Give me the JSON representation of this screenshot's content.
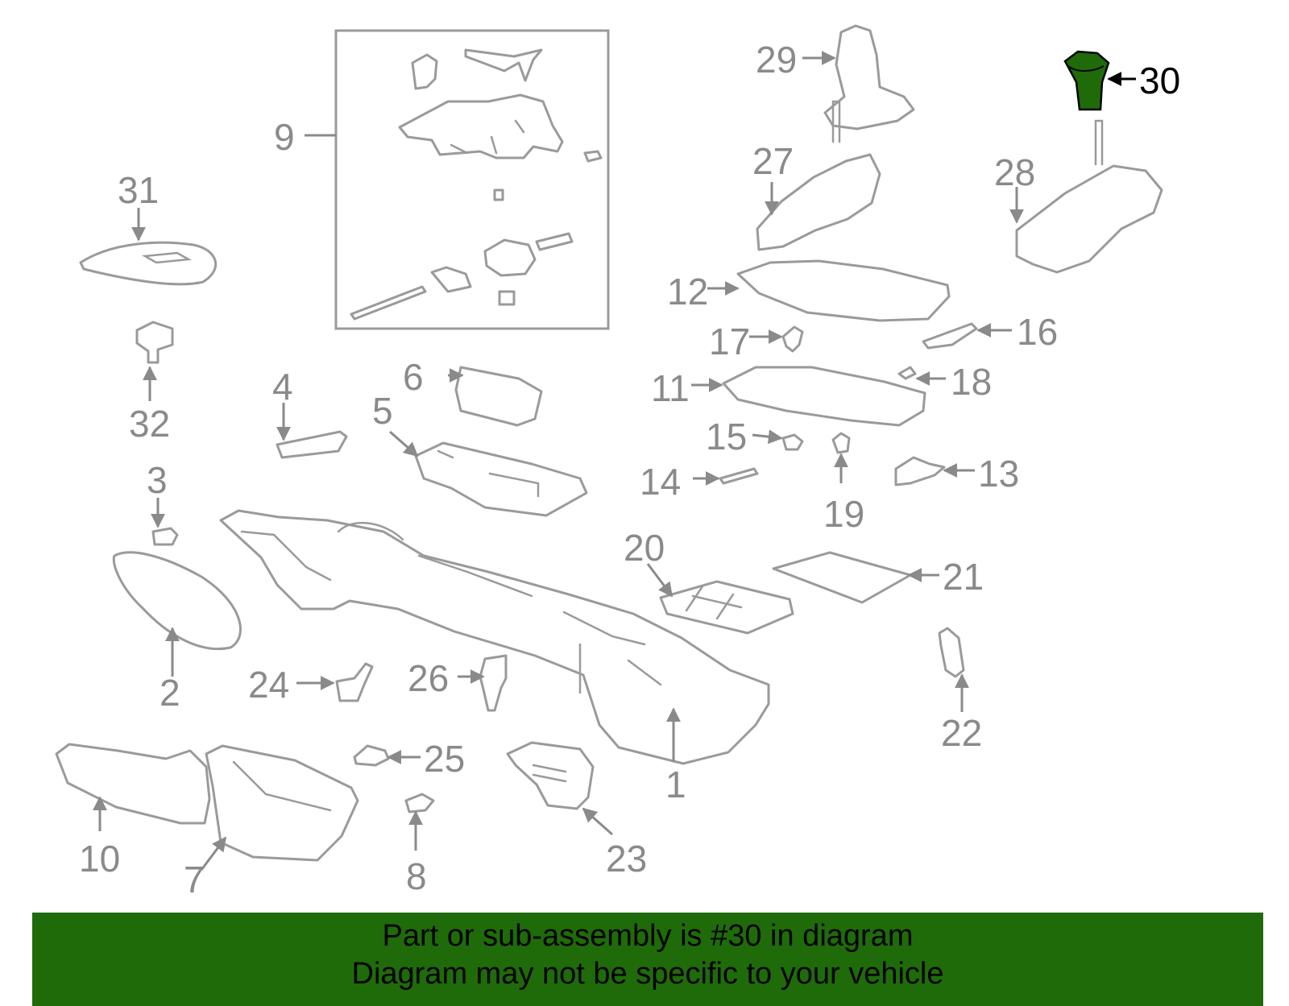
{
  "diagram": {
    "highlight_color": "#1f6b0a",
    "label_color": "#8a8a8a",
    "highlight_label_color": "#000000",
    "callouts": {
      "c1": "1",
      "c2": "2",
      "c3": "3",
      "c4": "4",
      "c5": "5",
      "c6": "6",
      "c7": "7",
      "c8": "8",
      "c9": "9",
      "c10": "10",
      "c11": "11",
      "c12": "12",
      "c13": "13",
      "c14": "14",
      "c15": "15",
      "c16": "16",
      "c17": "17",
      "c18": "18",
      "c19": "19",
      "c20": "20",
      "c21": "21",
      "c22": "22",
      "c23": "23",
      "c24": "24",
      "c25": "25",
      "c26": "26",
      "c27": "27",
      "c28": "28",
      "c29": "29",
      "c30": "30",
      "c31": "31",
      "c32": "32"
    }
  },
  "footer": {
    "background_color": "#1f6b0a",
    "line1": "Part or sub-assembly is #30 in diagram",
    "line2": "Diagram may not be specific to your vehicle"
  }
}
